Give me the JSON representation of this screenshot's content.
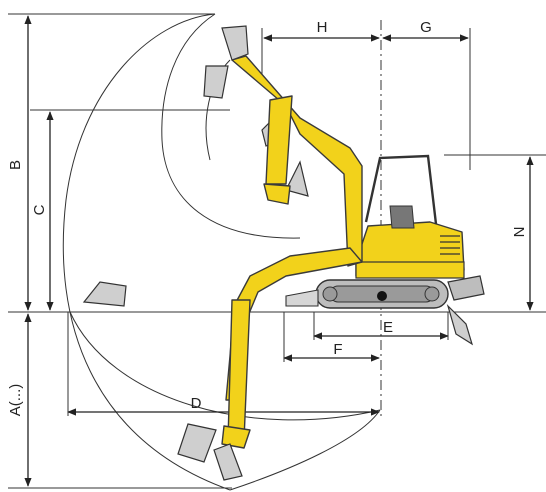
{
  "labels": {
    "A": "A(...)",
    "B": "B",
    "C": "C",
    "D": "D",
    "E": "E",
    "F": "F",
    "G": "G",
    "H": "H",
    "N": "N"
  }
}
